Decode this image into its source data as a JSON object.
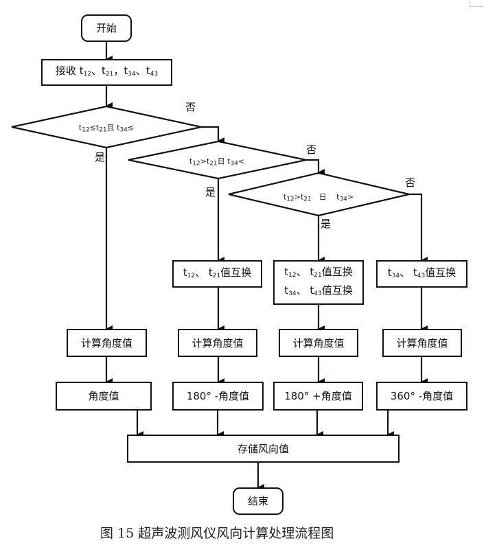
{
  "diagram": {
    "start": "开始",
    "receive": {
      "prefix": "接收",
      "vars": [
        "t",
        "12",
        "、t",
        "21",
        "，t",
        "34",
        "、t",
        "43"
      ]
    },
    "decision1": {
      "text_parts": [
        "t",
        "12",
        "≤t",
        "21",
        "且 t",
        "34",
        "≤"
      ],
      "yes": "是",
      "no": "否"
    },
    "decision2": {
      "text_parts": [
        "t",
        "12",
        ">t",
        "21",
        "日 t",
        "34",
        "<"
      ],
      "yes": "是",
      "no": "否"
    },
    "decision3": {
      "text_parts": [
        "t",
        "12",
        ">t",
        "21",
        "　日　 t",
        "34",
        ">"
      ],
      "yes": "是",
      "no": "否"
    },
    "swap_a": {
      "parts": [
        "t",
        "12",
        "、 t",
        "21",
        "值互换"
      ]
    },
    "swap_b": {
      "line1": [
        "t",
        "12",
        "、 t",
        "21",
        "值互换"
      ],
      "line2": [
        "t",
        "34",
        "、 t",
        "43",
        "值互换"
      ]
    },
    "swap_c": {
      "parts": [
        "t",
        "34",
        "、 t",
        "43",
        "值互换"
      ]
    },
    "calc_label": "计算角度值",
    "results": [
      "角度值",
      "180° -角度值",
      "180° +角度值",
      "360° -角度值"
    ],
    "store": "存储风向值",
    "end": "结束",
    "caption": "图 15  超声波测风仪风向计算处理流程图"
  }
}
